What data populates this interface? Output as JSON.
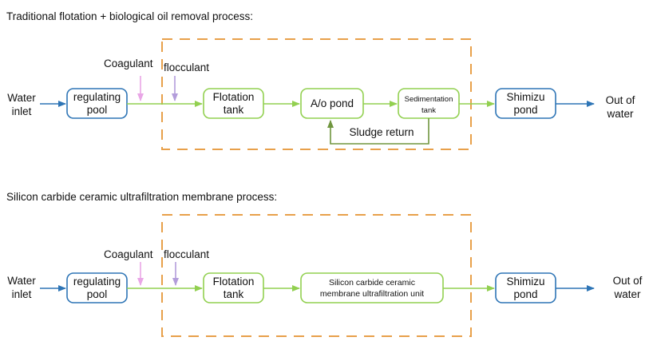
{
  "colors": {
    "blue": "#2e75b6",
    "green": "#92d050",
    "dark_green": "#70963f",
    "orange": "#e8a04a",
    "purple": "#b39ddb",
    "pink": "#e9a6e6"
  },
  "process1": {
    "title": "Traditional flotation + biological oil removal process:",
    "inlet": [
      "Water",
      "inlet"
    ],
    "regulating": [
      "regulating",
      "pool"
    ],
    "coagulant": "Coagulant",
    "flocculant": "flocculant",
    "flotation": [
      "Flotation",
      "tank"
    ],
    "ao": "A/o pond",
    "sedimentation": [
      "Sedimentation",
      "tank"
    ],
    "sludge_return": "Sludge return",
    "shimizu": [
      "Shimizu",
      "pond"
    ],
    "outlet": [
      "Out of",
      "water"
    ]
  },
  "process2": {
    "title": "Silicon carbide ceramic ultrafiltration membrane process:",
    "inlet": [
      "Water",
      "inlet"
    ],
    "regulating": [
      "regulating",
      "pool"
    ],
    "coagulant": "Coagulant",
    "flocculant": "flocculant",
    "flotation": [
      "Flotation",
      "tank"
    ],
    "membrane": [
      "Silicon carbide ceramic",
      "membrane ultrafiltration unit"
    ],
    "shimizu": [
      "Shimizu",
      "pond"
    ],
    "outlet": [
      "Out of",
      "water"
    ]
  }
}
